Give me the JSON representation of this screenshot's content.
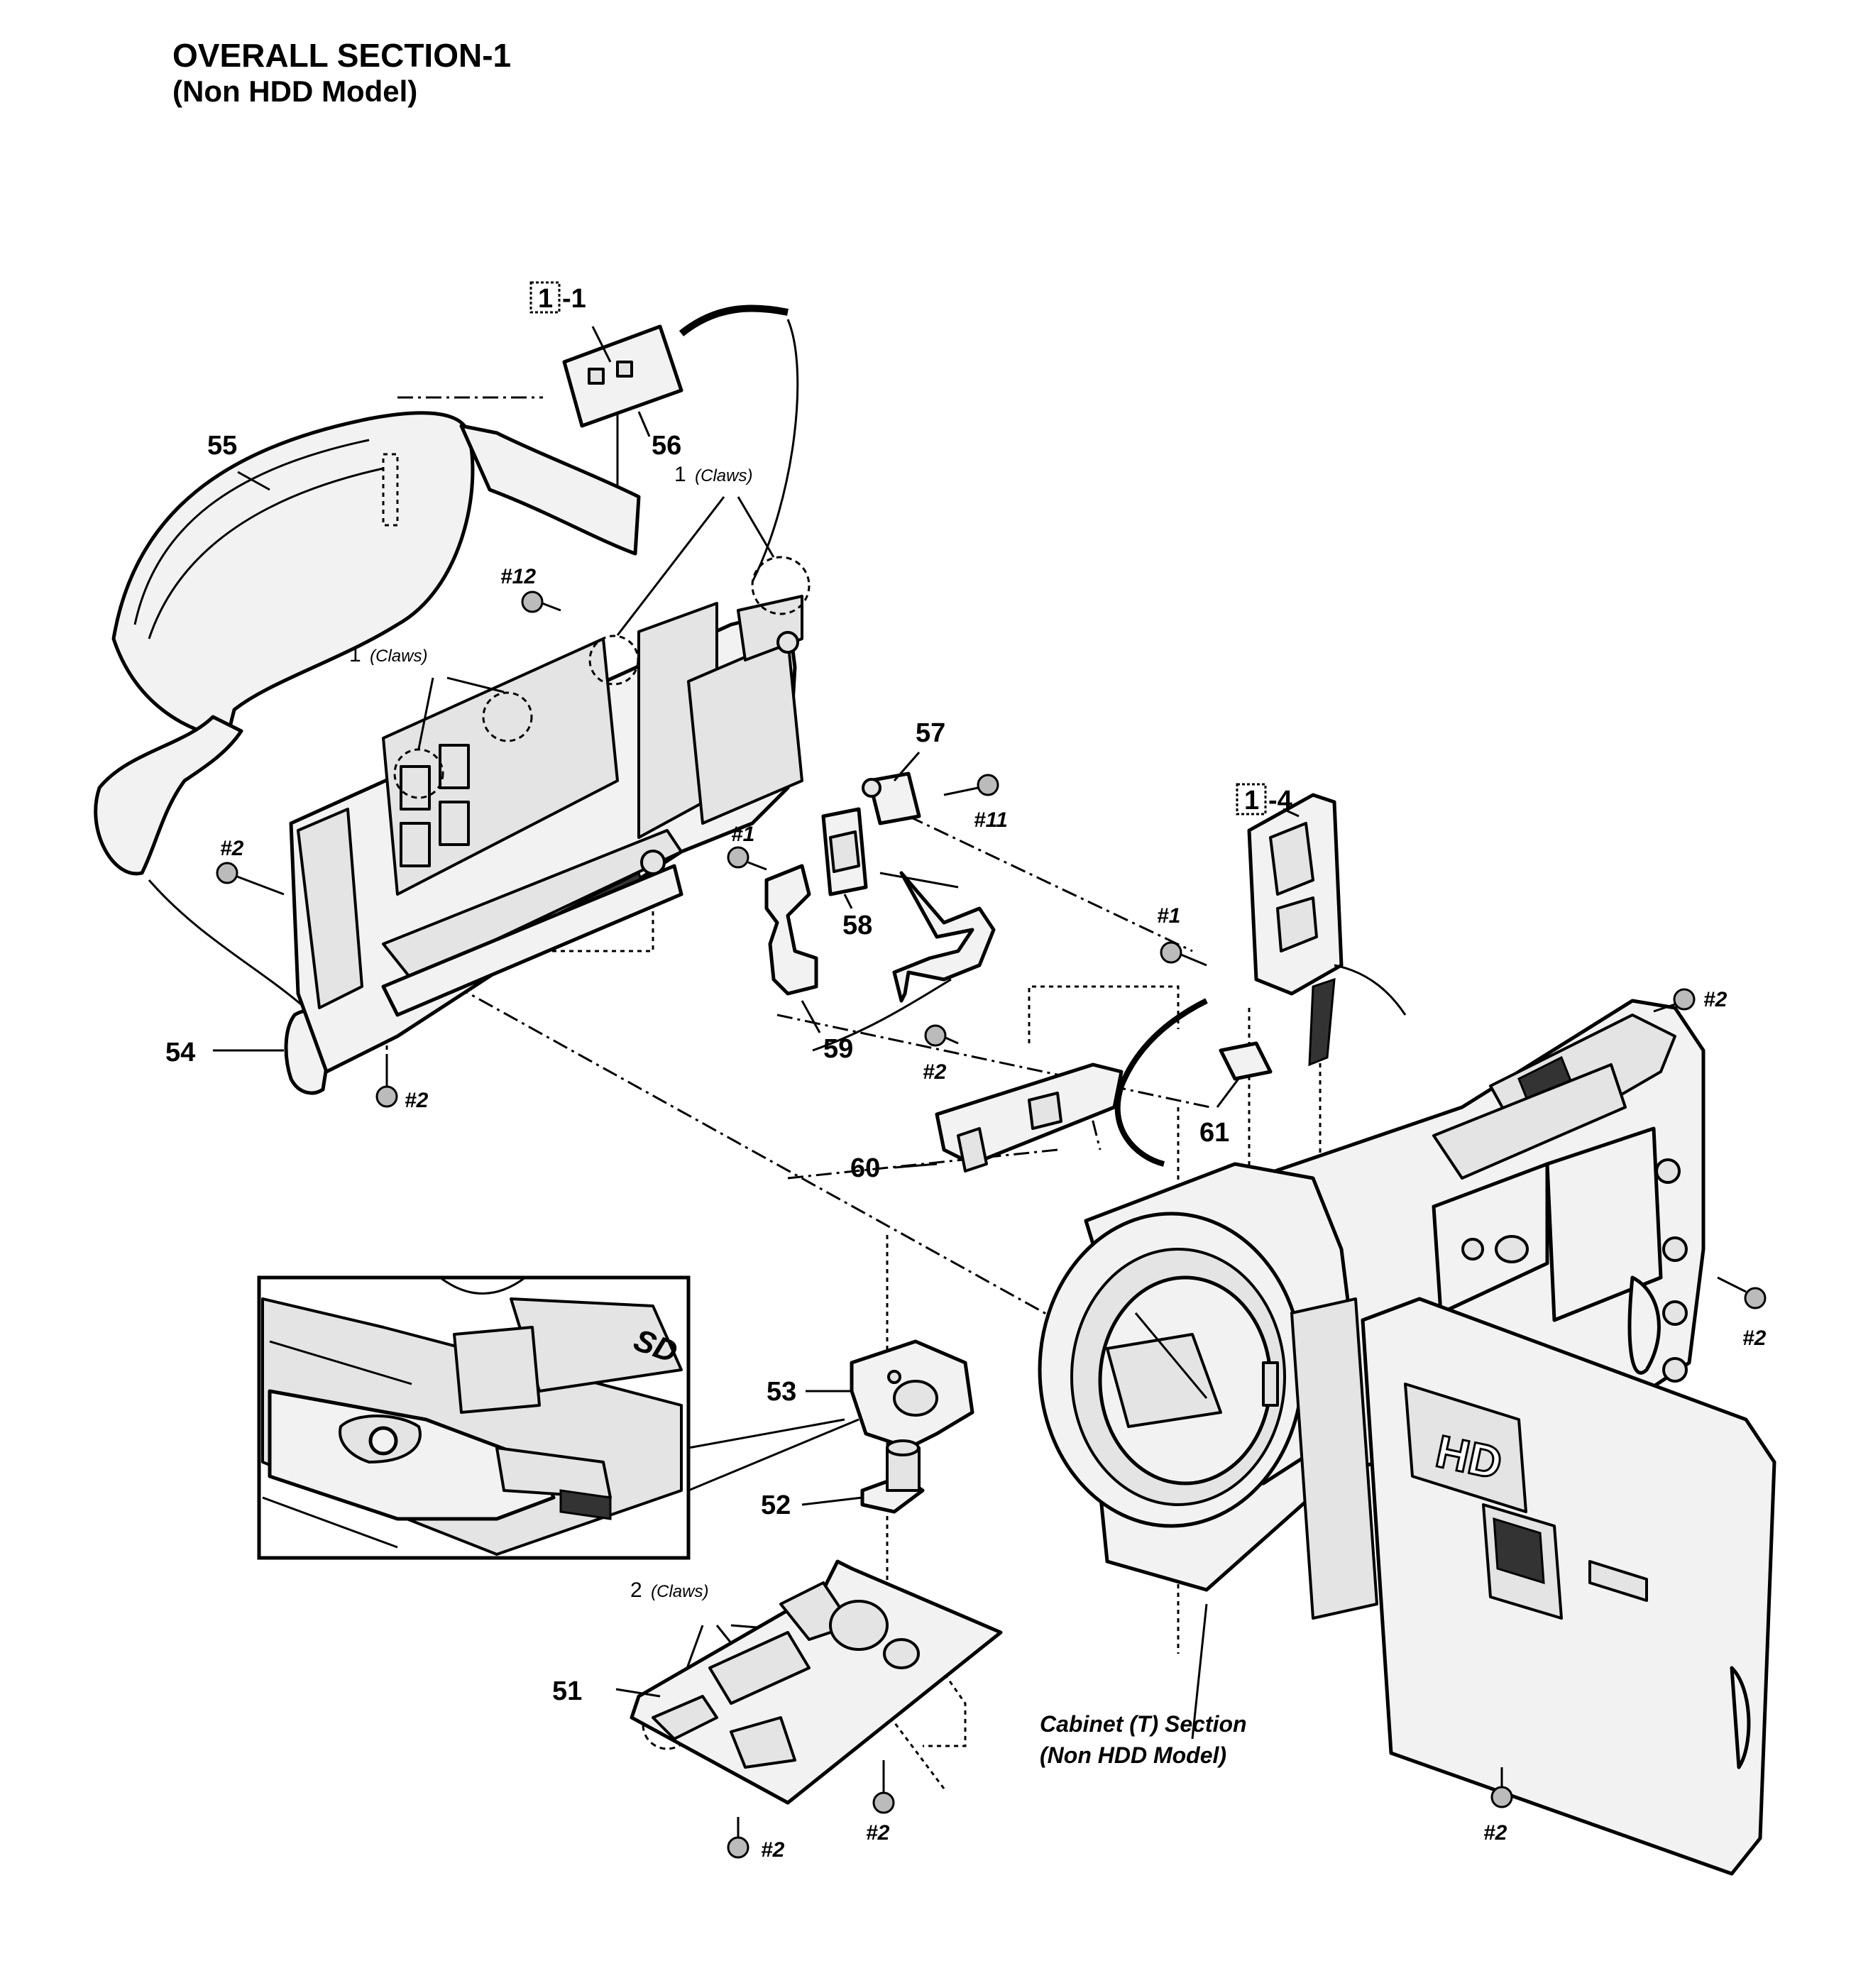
{
  "title": "OVERALL SECTION-1",
  "subtitle": "(Non HDD Model)",
  "callouts": {
    "p51": "51",
    "p52": "52",
    "p53": "53",
    "p54": "54",
    "p55": "55",
    "p56": "56",
    "p57": "57",
    "p58": "58",
    "p59": "59",
    "p60": "60",
    "p61": "61"
  },
  "refs": {
    "box": "1",
    "r1": "-1",
    "r4": "-4"
  },
  "screws": {
    "s1": "#1",
    "s2": "#2",
    "s11": "#11",
    "s12": "#12"
  },
  "claws": {
    "one": "1",
    "two": "2",
    "word": "(Claws)"
  },
  "cabinet": {
    "line1": "Cabinet (T) Section",
    "line2": "(Non HDD Model)"
  },
  "product_marks": {
    "hd": "HD",
    "sd": "SD"
  }
}
